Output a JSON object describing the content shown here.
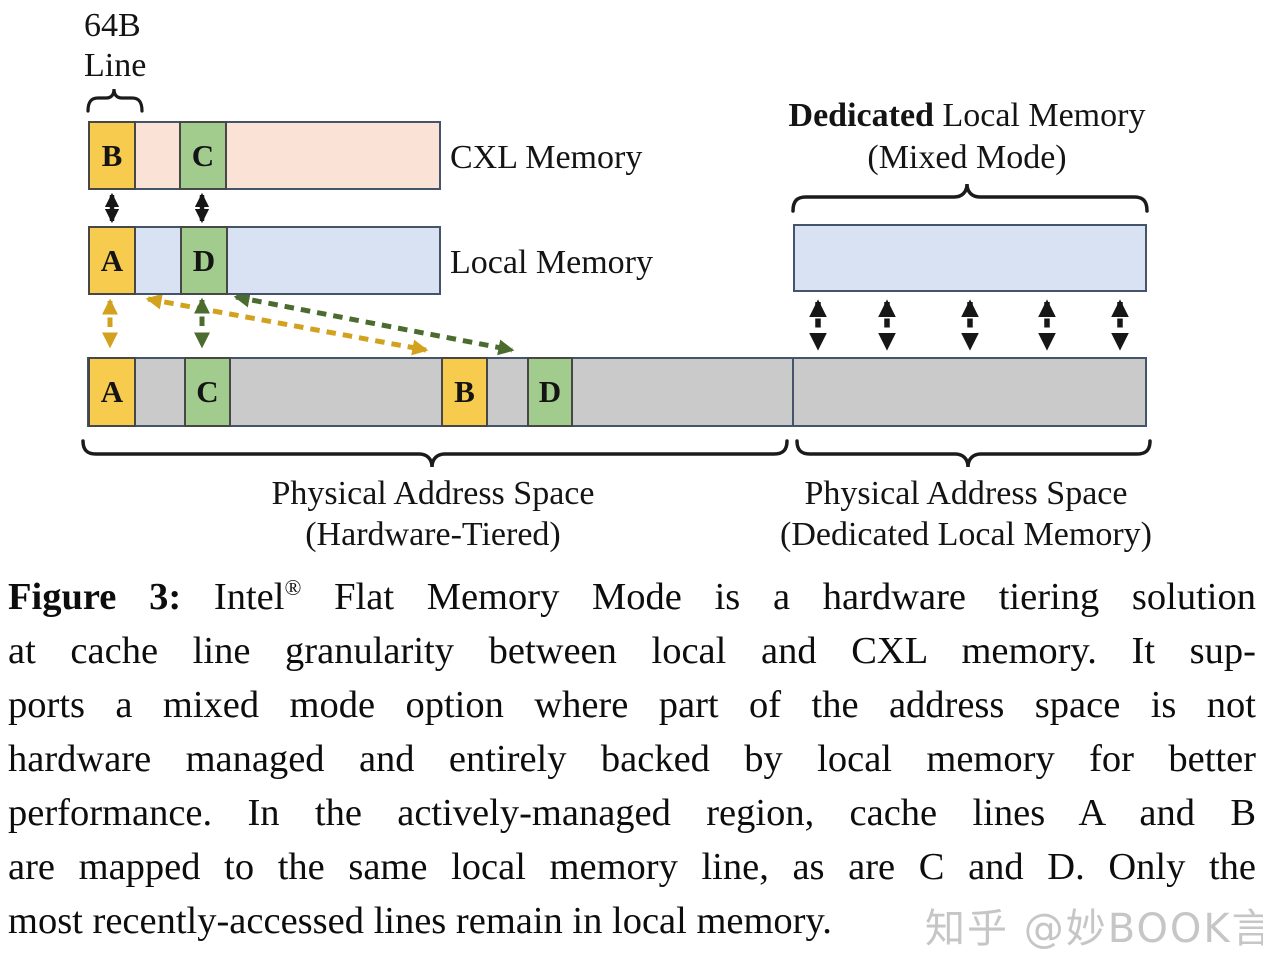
{
  "diagram": {
    "line_label": {
      "top": "64B",
      "bottom": "Line"
    },
    "cxl": {
      "label": "CXL Memory",
      "cell_b": "B",
      "cell_c": "C"
    },
    "local": {
      "label": "Local Memory",
      "cell_a": "A",
      "cell_d": "D"
    },
    "dedicated": {
      "title_bold": "Dedicated",
      "title_rest": "Local Memory",
      "subtitle": "(Mixed Mode)"
    },
    "physical": {
      "cell_a": "A",
      "cell_c": "C",
      "cell_b": "B",
      "cell_d": "D"
    },
    "left_brace_label": {
      "line1": "Physical Address Space",
      "line2": "(Hardware-Tiered)"
    },
    "right_brace_label": {
      "line1": "Physical Address Space",
      "line2": "(Dedicated Local Memory)"
    },
    "colors": {
      "cache_line_yellow": "#F7CB4D",
      "cache_line_green": "#A2CB8E",
      "cxl_memory_pink": "#FAE2D6",
      "local_memory_blue": "#D9E2F3",
      "address_space_gray": "#CACACA",
      "bar_border": "#44546A",
      "gold_arrow": "#D2A21E",
      "green_arrow": "#4C6B2F",
      "black_arrow": "#161616"
    }
  },
  "caption": {
    "label": "Figure 3:",
    "line1_pre": "Intel",
    "reg": "®",
    "line1_post": "Flat Memory Mode is a hardware tiering solution",
    "line2": "at cache line granularity between local and CXL memory. It sup-",
    "line3": "ports a mixed mode option where part of the address space is not",
    "line4": "hardware managed and entirely backed by local memory for better",
    "line5": "performance. In the actively-managed region, cache lines A and B",
    "line6": "are mapped to the same local memory line, as are C and D. Only the",
    "line7": "most recently-accessed lines remain in local memory."
  },
  "watermark": {
    "text": "知乎 @妙BOOK言"
  }
}
